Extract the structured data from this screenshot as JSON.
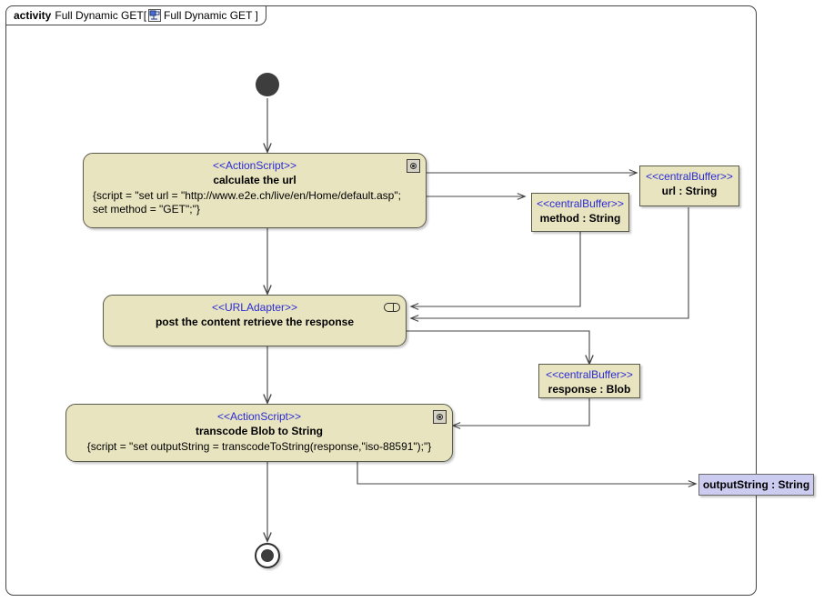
{
  "frame": {
    "keyword": "activity",
    "title": "Full Dynamic GET[",
    "icon": "activity-diagram-icon",
    "title_inner": "Full Dynamic GET ]"
  },
  "colors": {
    "node_fill": "#e8e4c0",
    "node_border": "#5a5a4a",
    "stereotype_text": "#2b2bd6",
    "pin_fill": "#ccccf0",
    "pin_border": "#6b6b6b",
    "edge": "#444444",
    "frame_border": "#444444",
    "node_text": "#000000"
  },
  "nodes": {
    "initial": {
      "name": "initial-node"
    },
    "final": {
      "name": "activity-final-node"
    },
    "calculate_url": {
      "stereotype": "<<ActionScript>>",
      "name": "calculate the url",
      "script": "{script = \"set url = \"http://www.e2e.ch/live/en/Home/default.asp\";\nset method = \"GET\";\"}",
      "icon": "script-icon"
    },
    "url_adapter": {
      "stereotype": "<<URLAdapter>>",
      "name": "post the content retrieve the response",
      "icon": "adapter-pill-icon"
    },
    "transcode": {
      "stereotype": "<<ActionScript>>",
      "name": "transcode Blob to String",
      "script": "{script = \"set outputString = transcodeToString(response,\"iso-88591\");\"}",
      "icon": "script-icon"
    },
    "buffer_url": {
      "stereotype": "<<centralBuffer>>",
      "name": "url : String"
    },
    "buffer_method": {
      "stereotype": "<<centralBuffer>>",
      "name": "method : String"
    },
    "buffer_response": {
      "stereotype": "<<centralBuffer>>",
      "name": "response : Blob"
    },
    "output_pin": {
      "name": "outputString : String"
    }
  }
}
